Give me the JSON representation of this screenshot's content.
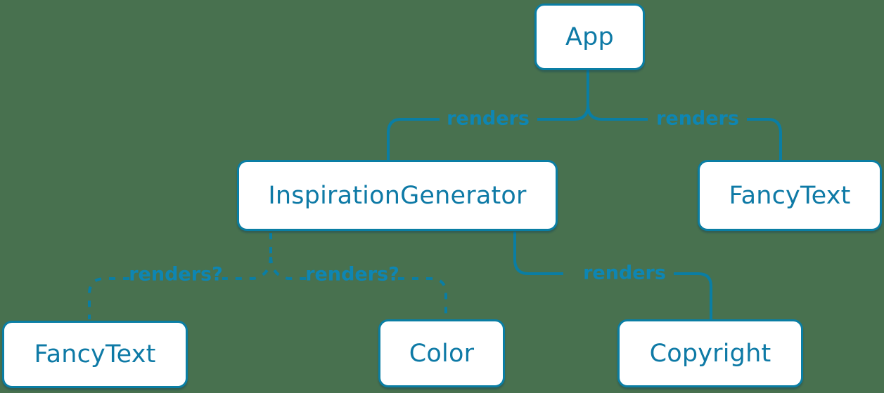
{
  "colors": {
    "background": "#48714f",
    "line": "#0a7ea4",
    "box_fill": "#ffffff",
    "box_text": "#0e7aa6",
    "label_text": "#0e86b3"
  },
  "nodes": [
    {
      "id": "app",
      "label": "App"
    },
    {
      "id": "inspiration-generator",
      "label": "InspirationGenerator"
    },
    {
      "id": "fancy-text-top",
      "label": "FancyText"
    },
    {
      "id": "fancy-text-bottom",
      "label": "FancyText"
    },
    {
      "id": "color",
      "label": "Color"
    },
    {
      "id": "copyright",
      "label": "Copyright"
    }
  ],
  "edges": [
    {
      "from": "App",
      "to": "InspirationGenerator",
      "label": "renders",
      "style": "solid"
    },
    {
      "from": "App",
      "to": "FancyText",
      "label": "renders",
      "style": "solid"
    },
    {
      "from": "InspirationGenerator",
      "to": "FancyText",
      "label": "renders?",
      "style": "dashed"
    },
    {
      "from": "InspirationGenerator",
      "to": "Color",
      "label": "renders?",
      "style": "dashed"
    },
    {
      "from": "InspirationGenerator",
      "to": "Copyright",
      "label": "renders",
      "style": "solid"
    }
  ],
  "edge_labels": {
    "app_left": "renders",
    "app_right": "renders",
    "ig_left": "renders?",
    "ig_right": "renders?",
    "ig_copyright": "renders"
  }
}
